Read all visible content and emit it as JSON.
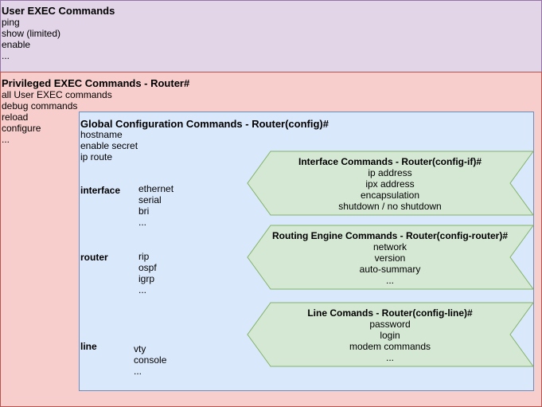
{
  "user_exec": {
    "title": "User EXEC Commands",
    "items": [
      "ping",
      "show (limited)",
      "enable",
      "..."
    ]
  },
  "privileged_exec": {
    "title": "Privileged EXEC Commands - Router#",
    "items": [
      "all User EXEC commands",
      "debug commands",
      "reload",
      "configure",
      "..."
    ]
  },
  "global_config": {
    "title": "Global Configuration Commands - Router(config)#",
    "items": [
      "hostname",
      "enable secret",
      "ip route"
    ],
    "groups": [
      {
        "label": "interface",
        "items": [
          "ethernet",
          "serial",
          "bri",
          "..."
        ]
      },
      {
        "label": "router",
        "items": [
          "rip",
          "ospf",
          "igrp",
          "..."
        ]
      },
      {
        "label": "line",
        "items": [
          "vty",
          "console",
          "..."
        ]
      }
    ]
  },
  "sub_modes": [
    {
      "title": "Interface Commands - Router(config-if)#",
      "items": [
        "ip address",
        "ipx address",
        "encapsulation",
        "shutdown / no shutdown"
      ]
    },
    {
      "title": "Routing Engine Commands - Router(config-router)#",
      "items": [
        "network",
        "version",
        "auto-summary",
        "..."
      ]
    },
    {
      "title": "Line Comands - Router(config-line)#",
      "items": [
        "password",
        "login",
        "modem commands",
        "..."
      ]
    }
  ],
  "colors": {
    "user_fill": "#e1d5e7",
    "user_stroke": "#9673a6",
    "priv_fill": "#f8cecc",
    "priv_stroke": "#b85450",
    "global_fill": "#dae8fc",
    "global_stroke": "#6c8ebf",
    "mode_fill": "#d5e8d4",
    "mode_stroke": "#82b366"
  }
}
